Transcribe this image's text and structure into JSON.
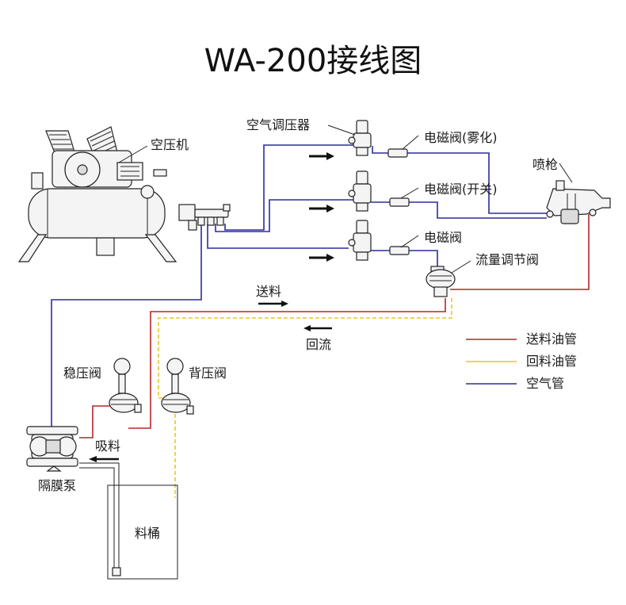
{
  "title": "WA-200接线图",
  "components": {
    "compressor": "空压机",
    "air_regulator": "空气调压器",
    "valve_atomize": "电磁阀(雾化)",
    "spray_gun": "喷枪",
    "valve_switch": "电磁阀(开关)",
    "valve": "电磁阀",
    "flow_valve": "流量调节阀",
    "stabilizer_valve": "稳压阀",
    "back_pressure_valve": "背压阀",
    "diaphragm_pump": "隔膜泵",
    "bucket": "料桶"
  },
  "flow_labels": {
    "feed": "送料",
    "return": "回流",
    "suction": "吸料"
  },
  "legend": [
    {
      "label": "送料油管",
      "color": "#b0282a"
    },
    {
      "label": "回料油管",
      "color": "#e7c62c"
    },
    {
      "label": "空气管",
      "color": "#2b2ba0"
    }
  ]
}
